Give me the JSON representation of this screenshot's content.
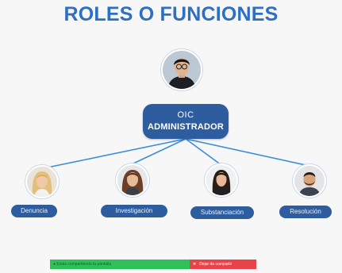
{
  "title": "ROLES O FUNCIONES",
  "root": {
    "line1": "OIC",
    "line2": "ADMINISTRADOR",
    "photo": "man-avatar"
  },
  "children": [
    {
      "label": "Denuncia",
      "photo": "woman-blonde-avatar"
    },
    {
      "label": "Investigación",
      "photo": "woman-brunette-avatar"
    },
    {
      "label": "Substanciación",
      "photo": "woman-dark-hair-avatar"
    },
    {
      "label": "Resolución",
      "photo": "man-beard-avatar"
    }
  ],
  "share_bar": {
    "sharing_text": "● Estás compartiendo tu pantalla",
    "stop_label": "Dejar de compartir",
    "stop_icon": "close-icon"
  },
  "colors": {
    "title": "#2e6fc6",
    "node_fill": "#2d5d9f",
    "connector": "#3d8ed8",
    "share_green": "#2fbf5b",
    "share_red": "#e8434b"
  }
}
